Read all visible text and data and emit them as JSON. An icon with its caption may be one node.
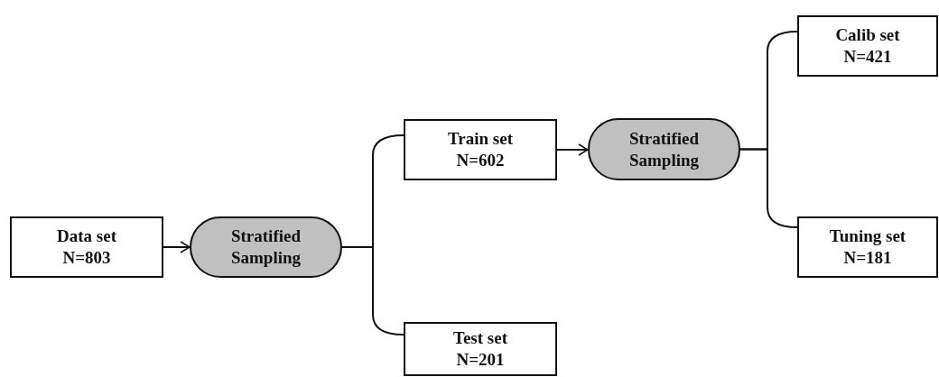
{
  "diagram": {
    "nodes": [
      {
        "text": [
          "Data set",
          "N=803"
        ]
      },
      {
        "text": [
          "Stratified Sampling"
        ]
      },
      {
        "text": [
          "Train set",
          "N=602"
        ]
      },
      {
        "text": [
          "Test set",
          "N=201"
        ]
      },
      {
        "text": [
          "Stratified Sampling"
        ]
      },
      {
        "text": [
          "Calib set",
          "N=421"
        ]
      },
      {
        "text": [
          "Tuning set",
          "N=181"
        ]
      }
    ],
    "edges": [
      {
        "from": 0,
        "to": 1,
        "arrow": "to"
      },
      {
        "from": 1,
        "to": 2,
        "arrow": "none"
      },
      {
        "from": 1,
        "to": 3,
        "arrow": "none"
      },
      {
        "from": 2,
        "to": 4,
        "arrow": "to"
      },
      {
        "from": 4,
        "to": 5,
        "arrow": "none"
      },
      {
        "from": 4,
        "to": 6,
        "arrow": "none"
      }
    ]
  }
}
